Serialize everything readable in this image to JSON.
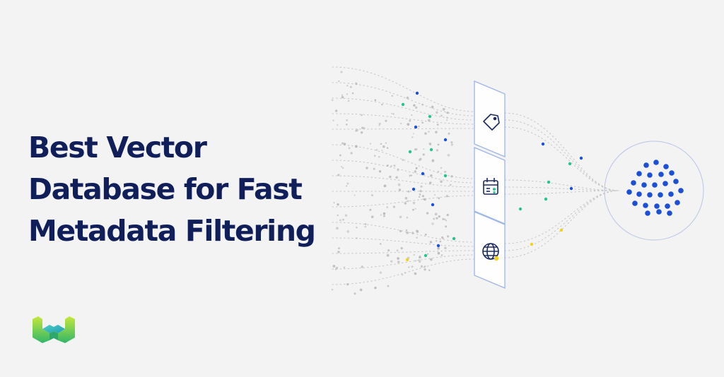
{
  "headline": {
    "lines": [
      "Best Vector",
      "Database for Fast",
      "Metadata Filtering"
    ]
  },
  "filters": [
    {
      "icon": "tag-icon"
    },
    {
      "icon": "calendar-icon"
    },
    {
      "icon": "globe-icon"
    }
  ],
  "logo": {
    "icon": "weaviate-logo-icon"
  },
  "colors": {
    "headline": "#101e5a",
    "accent_blue": "#1c4fd8",
    "accent_green": "#28c48f",
    "accent_yellow": "#f2d21e",
    "dot_gray": "#b8b8b8",
    "background": "#f3f3f3"
  }
}
